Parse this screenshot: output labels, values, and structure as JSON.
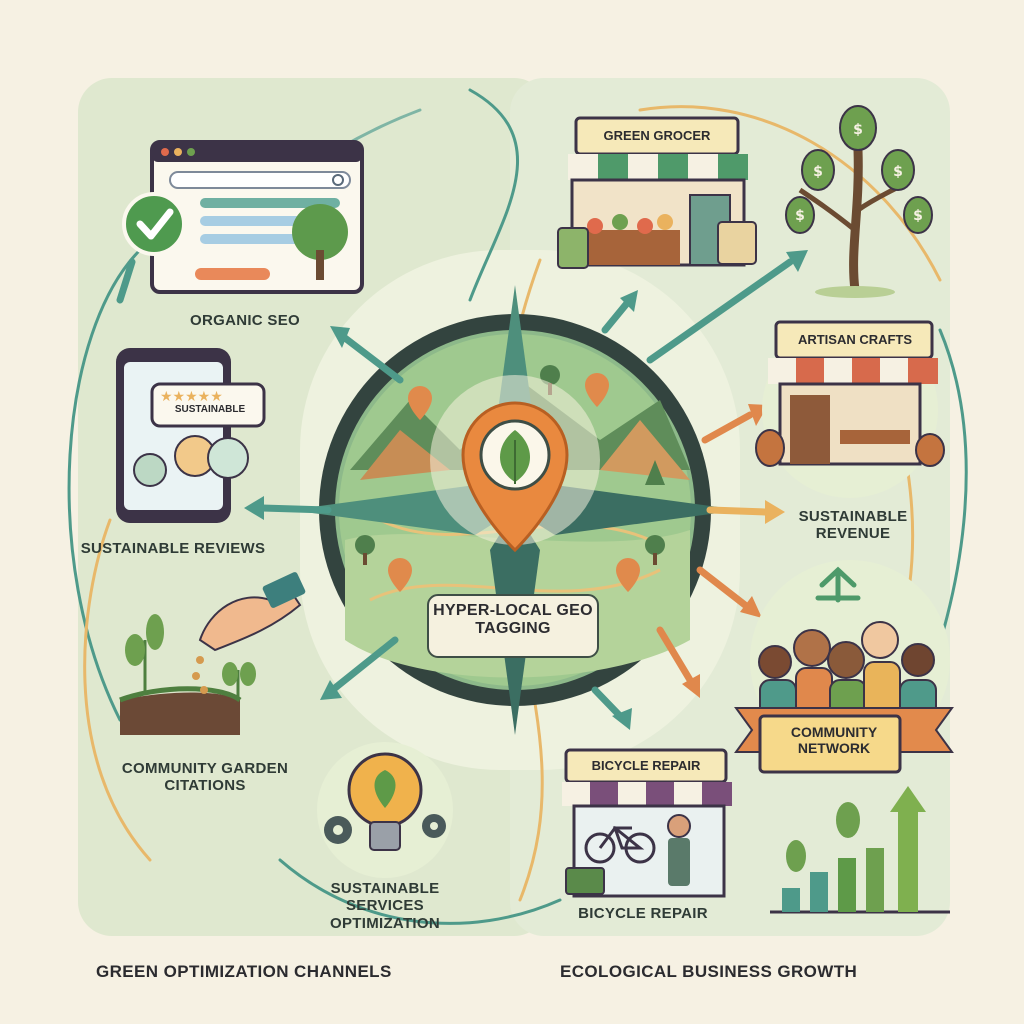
{
  "center": {
    "label": "HYPER-LOCAL GEO TAGGING"
  },
  "channels": {
    "organic_seo": "ORGANIC SEO",
    "sustainable_reviews": "SUSTAINABLE REVIEWS",
    "review_bubble": "SUSTAINABLE",
    "community_garden": "COMMUNITY GARDEN CITATIONS",
    "services": "SUSTAINABLE SERVICES OPTIMIZATION"
  },
  "growth": {
    "green_grocer": "GREEN GROCER",
    "artisan_crafts": "ARTISAN CRAFTS",
    "sustainable_revenue": "SUSTAINABLE REVENUE",
    "community_network": "COMMUNITY NETWORK",
    "bicycle_sign": "BICYCLE REPAIR",
    "bicycle_label": "BICYCLE REPAIR"
  },
  "footer": {
    "left": "GREEN OPTIMIZATION CHANNELS",
    "right": "ECOLOGICAL BUSINESS GROWTH"
  },
  "colors": {
    "background": "#f6f1e3",
    "panel": "#dfe8cf",
    "ring": "#3a4c46",
    "teal": "#4e9a8a",
    "green": "#6ea04f",
    "orange": "#e0884c",
    "purple": "#3c3347"
  },
  "icons": [
    "checkmark-icon",
    "tree-icon",
    "search-icon",
    "star-rating-icon",
    "location-pin-icon",
    "leaf-icon",
    "lightbulb-icon",
    "gear-icon",
    "recycle-icon",
    "bicycle-icon",
    "dollar-tree-icon",
    "growth-chart-icon"
  ]
}
